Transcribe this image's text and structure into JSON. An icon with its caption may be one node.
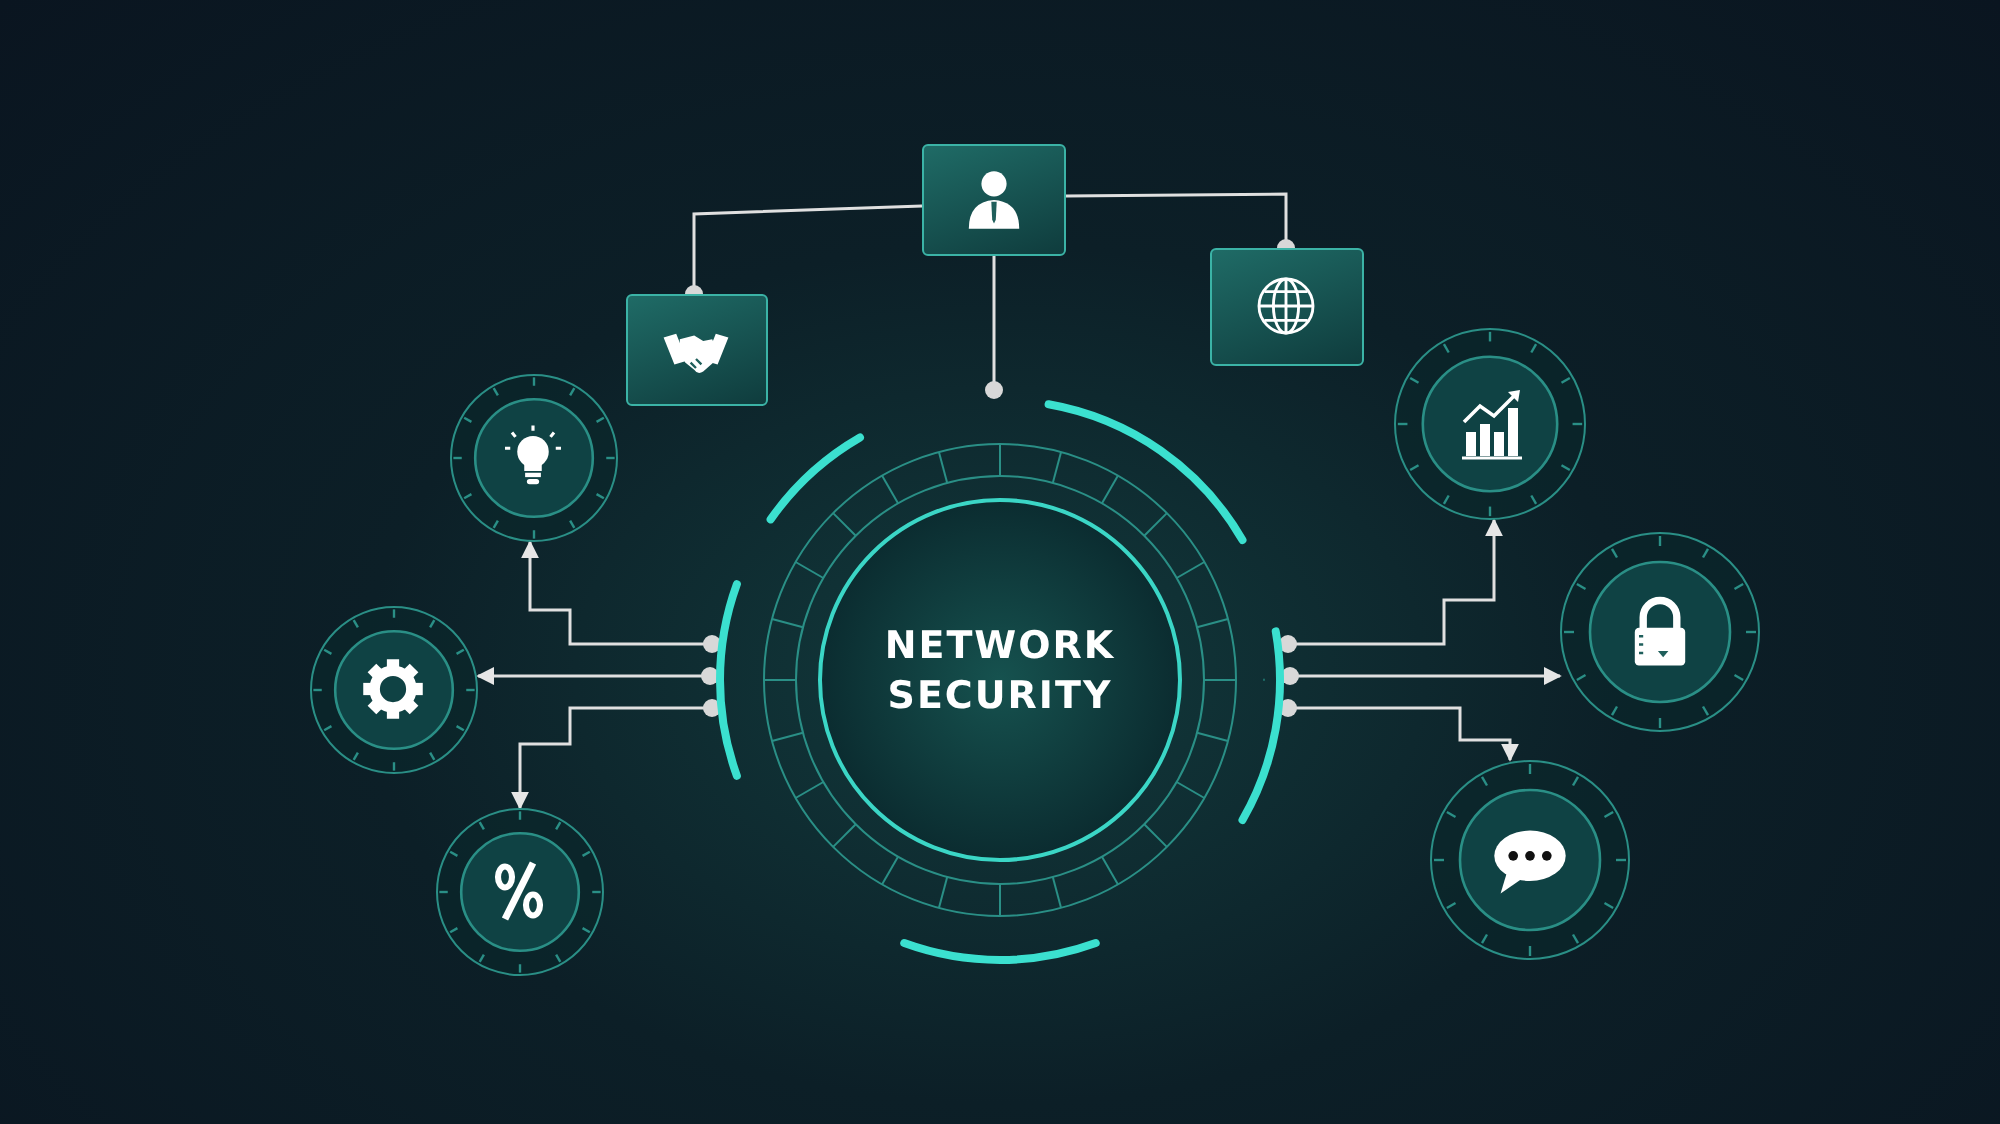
{
  "diagram": {
    "nodes": [
      {
        "text": [],
        "shape": "picture"
      },
      {
        "text": [],
        "shape": "picture"
      },
      {
        "text": [],
        "shape": "picture"
      },
      {
        "text": [],
        "shape": "picture"
      },
      {
        "text": [],
        "shape": "picture"
      },
      {
        "text": [],
        "shape": "picture"
      },
      {
        "text": [
          "NETWORK SECURITY"
        ]
      },
      {
        "text": [],
        "shape": "picture"
      },
      {
        "text": [],
        "shape": "picture"
      },
      {
        "text": [],
        "shape": "picture"
      }
    ],
    "edges": [
      {
        "from": 0,
        "to": 1,
        "arrow": "other"
      },
      {
        "from": 0,
        "to": 2,
        "arrow": "other"
      },
      {
        "from": 0,
        "to": 6,
        "arrow": "other"
      },
      {
        "from": 6,
        "to": 3,
        "arrow": "to"
      },
      {
        "from": 6,
        "to": 5,
        "arrow": "to"
      },
      {
        "from": 6,
        "to": 8,
        "arrow": "to"
      },
      {
        "from": 6,
        "to": 4,
        "arrow": "to"
      },
      {
        "from": 6,
        "to": 7,
        "arrow": "to"
      },
      {
        "from": 6,
        "to": 9,
        "arrow": "to"
      }
    ]
  }
}
